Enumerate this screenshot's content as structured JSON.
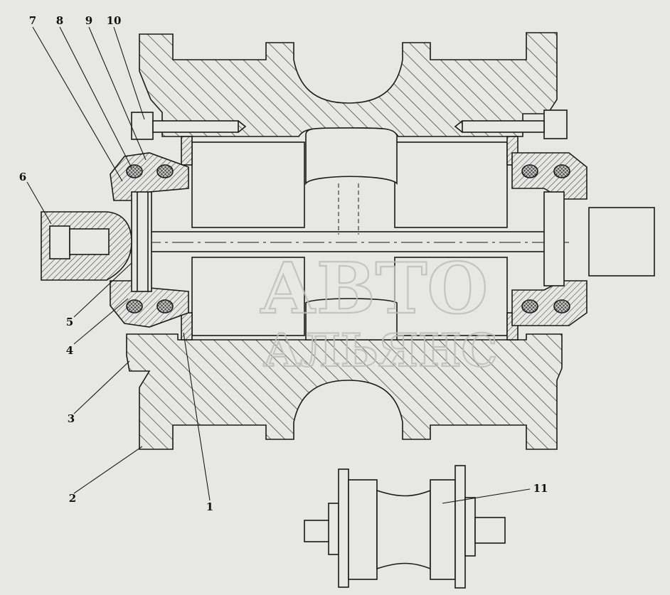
{
  "callouts": [
    {
      "id": "1",
      "text": "1"
    },
    {
      "id": "2",
      "text": "2"
    },
    {
      "id": "3",
      "text": "3"
    },
    {
      "id": "4",
      "text": "4"
    },
    {
      "id": "5",
      "text": "5"
    },
    {
      "id": "6",
      "text": "6"
    },
    {
      "id": "7",
      "text": "7"
    },
    {
      "id": "8",
      "text": "8"
    },
    {
      "id": "9",
      "text": "9"
    },
    {
      "id": "10",
      "text": "10"
    },
    {
      "id": "11",
      "text": "11"
    }
  ],
  "watermark": {
    "line1": "АВТО",
    "line2": "АЛЬЯНС"
  },
  "colors": {
    "background": "#e7e7e6",
    "line": "#1a1a1a",
    "hatch": "#2a2a2a",
    "watermark": "#bdbdbb"
  }
}
